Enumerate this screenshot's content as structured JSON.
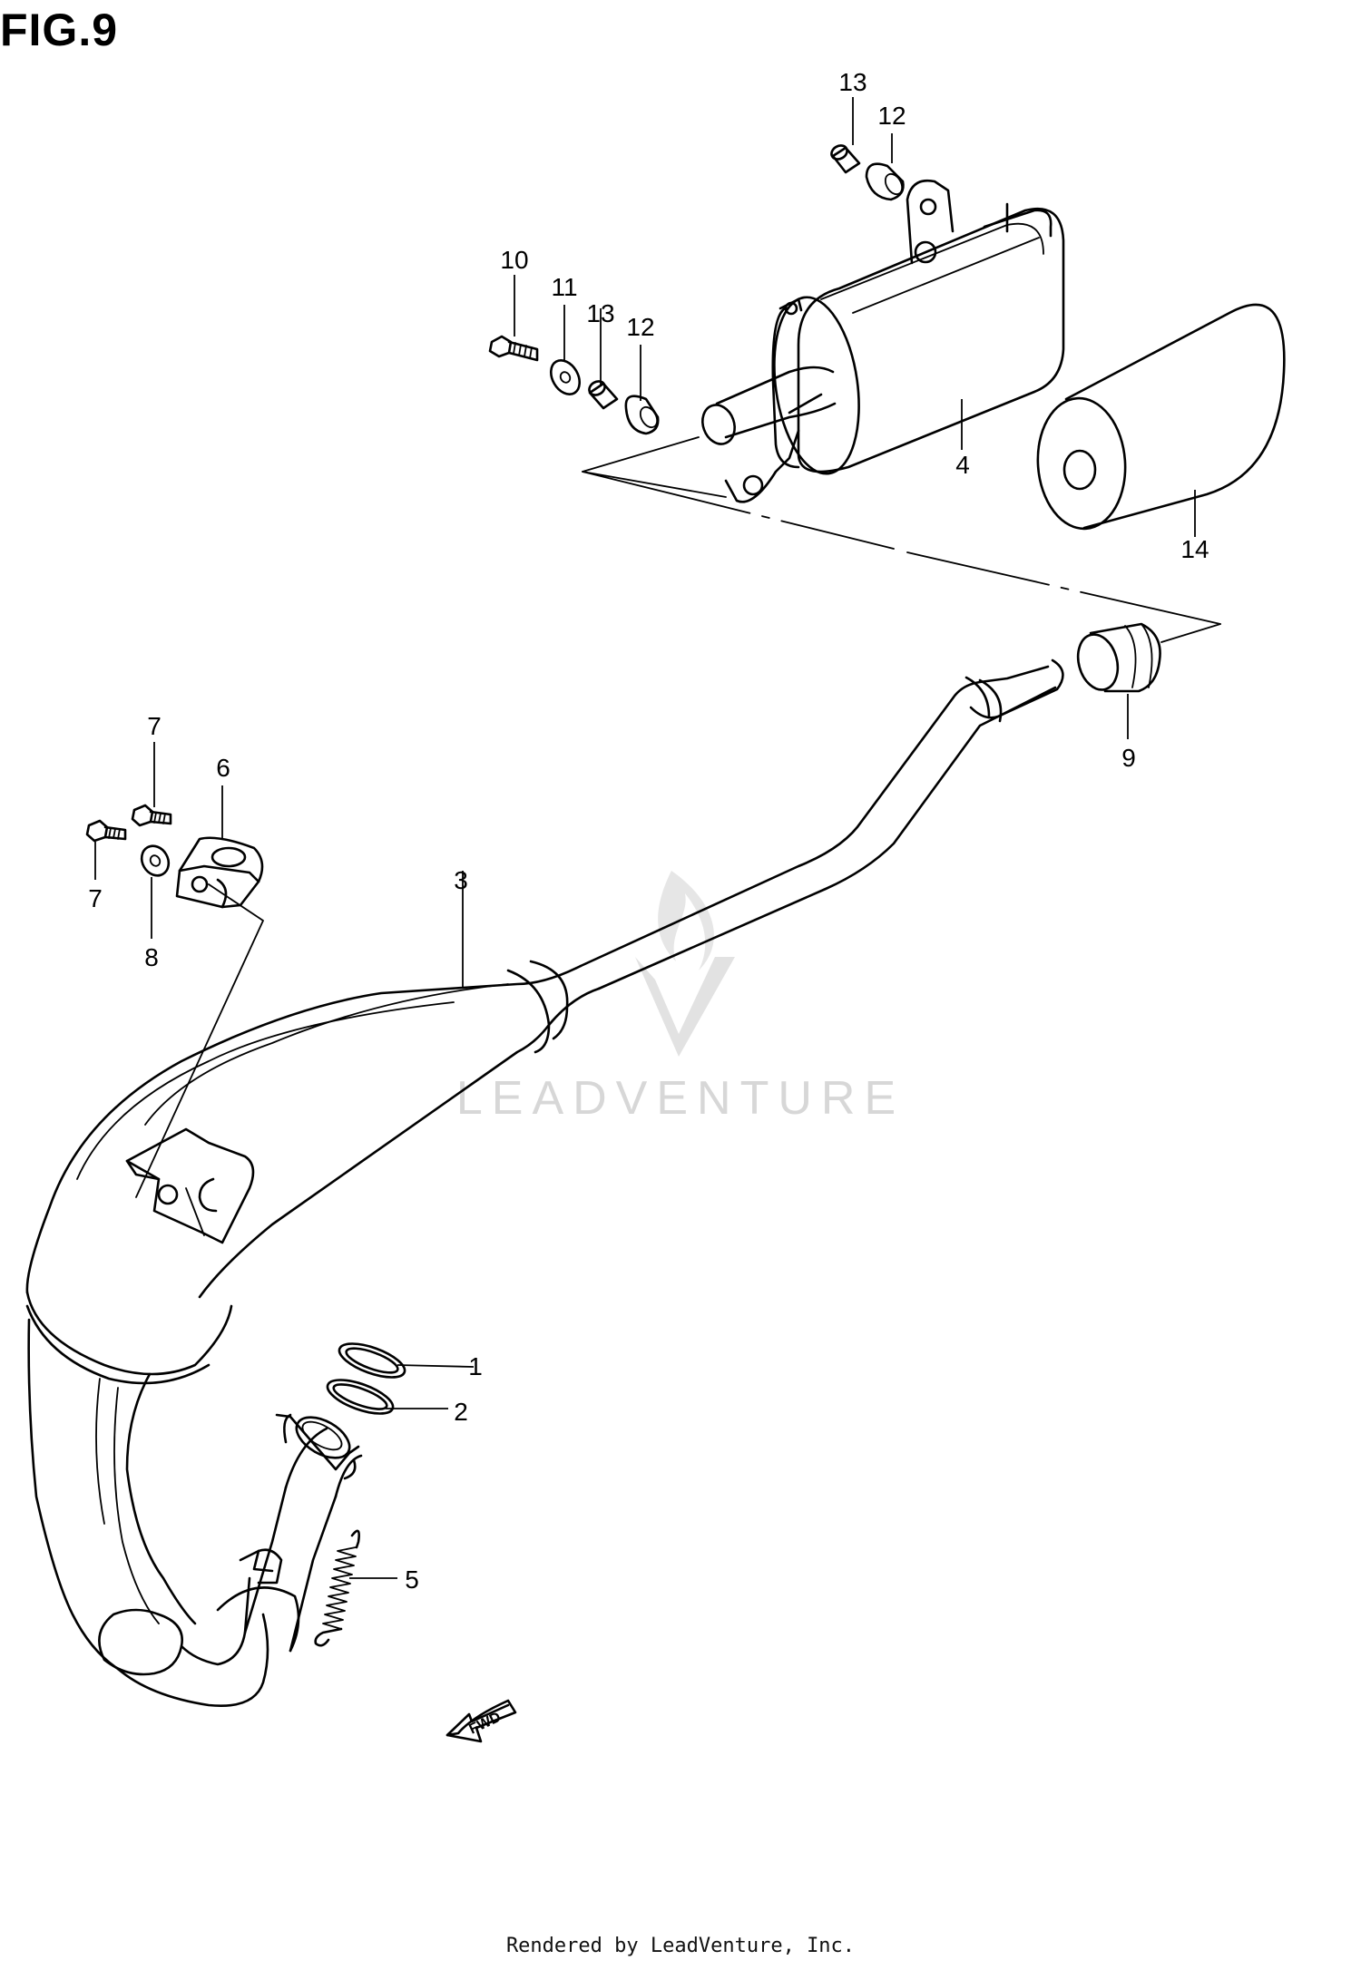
{
  "figure_title": "FIG.9",
  "footer_text": "Rendered by LeadVenture, Inc.",
  "watermark_text": "LEADVENTURE",
  "direction_label": "FWD",
  "callouts": [
    "1",
    "2",
    "3",
    "4",
    "5",
    "6",
    "7",
    "7",
    "8",
    "9",
    "10",
    "11",
    "12",
    "12",
    "13",
    "13",
    "14"
  ]
}
